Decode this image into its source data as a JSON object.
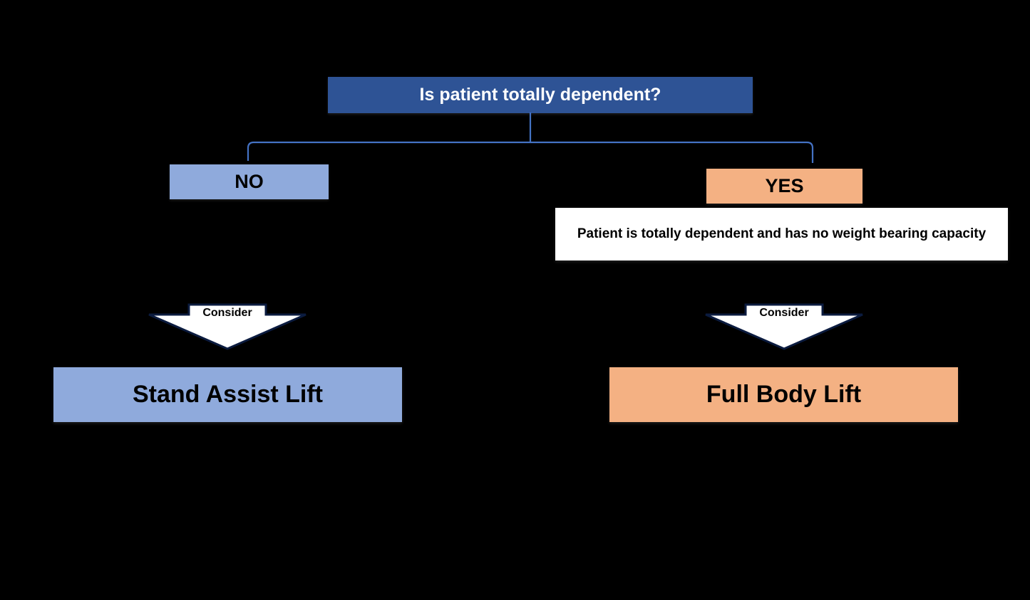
{
  "diagram": {
    "title": "Patient Lift Decision Flowchart",
    "background_color": "#000000",
    "colors": {
      "decision_blue": "#2E5395",
      "light_blue": "#8FAADC",
      "peach": "#F4B183",
      "note_white": "#FFFFFF",
      "connector_blue": "#4472C4",
      "text_dark": "#000000",
      "text_light": "#FFFFFF"
    },
    "nodes": {
      "decision": {
        "label": "Is patient totally dependent?",
        "fill": "#2E5395",
        "text_color": "#FFFFFF"
      },
      "branch_no": {
        "label": "NO",
        "fill": "#8FAADC",
        "text_color": "#000000"
      },
      "branch_yes": {
        "label": "YES",
        "fill": "#F4B183",
        "text_color": "#000000"
      },
      "note_yes": {
        "label": "Patient is totally dependent and has no weight bearing capacity",
        "fill": "#FFFFFF",
        "text_color": "#000000"
      },
      "arrow_left": {
        "label": "Consider",
        "fill": "#FFFFFF",
        "outline": "#0B1B3F"
      },
      "arrow_right": {
        "label": "Consider",
        "fill": "#FFFFFF",
        "outline": "#0B1B3F"
      },
      "outcome_left": {
        "label": "Stand Assist Lift",
        "fill": "#8FAADC",
        "text_color": "#000000"
      },
      "outcome_right": {
        "label": "Full Body Lift",
        "fill": "#F4B183",
        "text_color": "#000000"
      }
    },
    "connectors": {
      "split_bracket": {
        "description": "bracket from decision box splitting to NO and YES branches",
        "color": "#4472C4"
      }
    }
  }
}
